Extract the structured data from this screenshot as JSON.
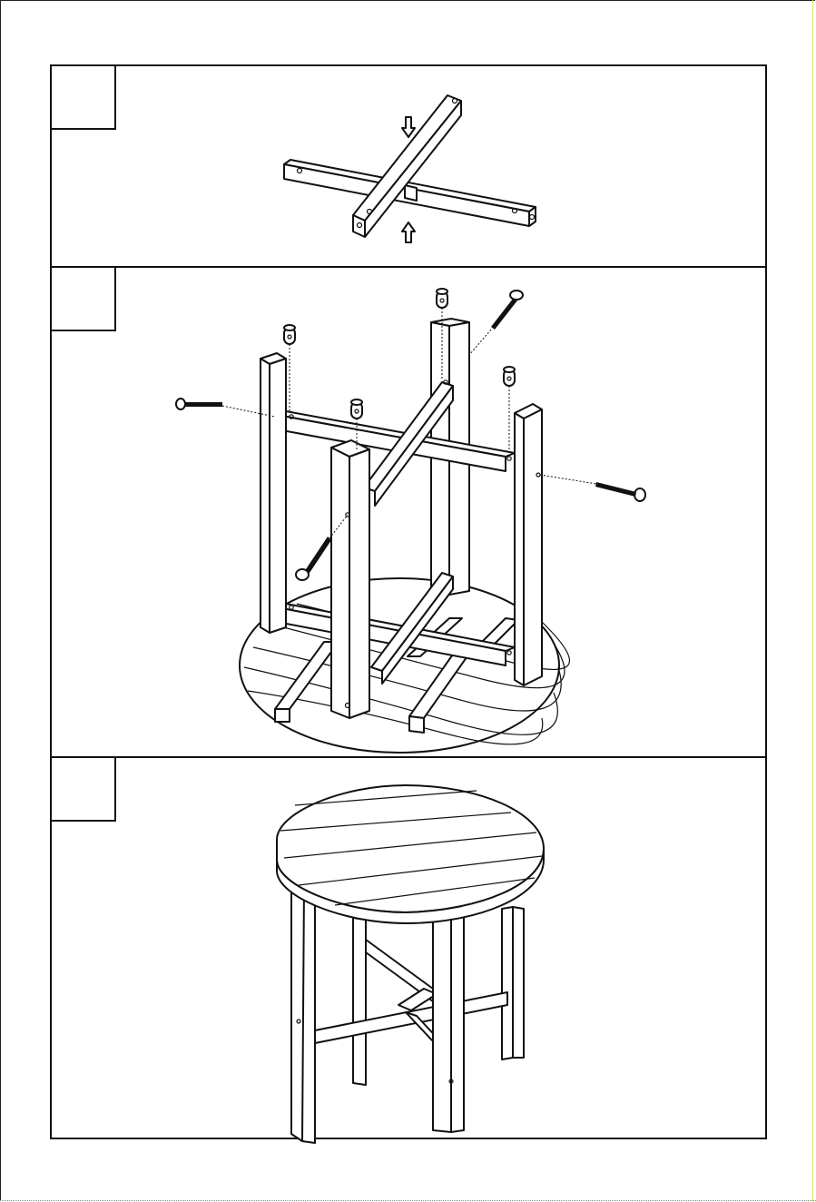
{
  "document": {
    "steps": [
      {
        "number": "",
        "parts": [
          "crossbar-long",
          "crossbar-short"
        ]
      },
      {
        "number": "",
        "parts": [
          "table-top",
          "leg",
          "leg",
          "leg",
          "leg",
          "barrel-nut",
          "barrel-nut",
          "barrel-nut",
          "barrel-nut",
          "bolt",
          "bolt",
          "bolt",
          "bolt"
        ]
      },
      {
        "number": "",
        "parts": [
          "assembled-table"
        ]
      }
    ]
  }
}
